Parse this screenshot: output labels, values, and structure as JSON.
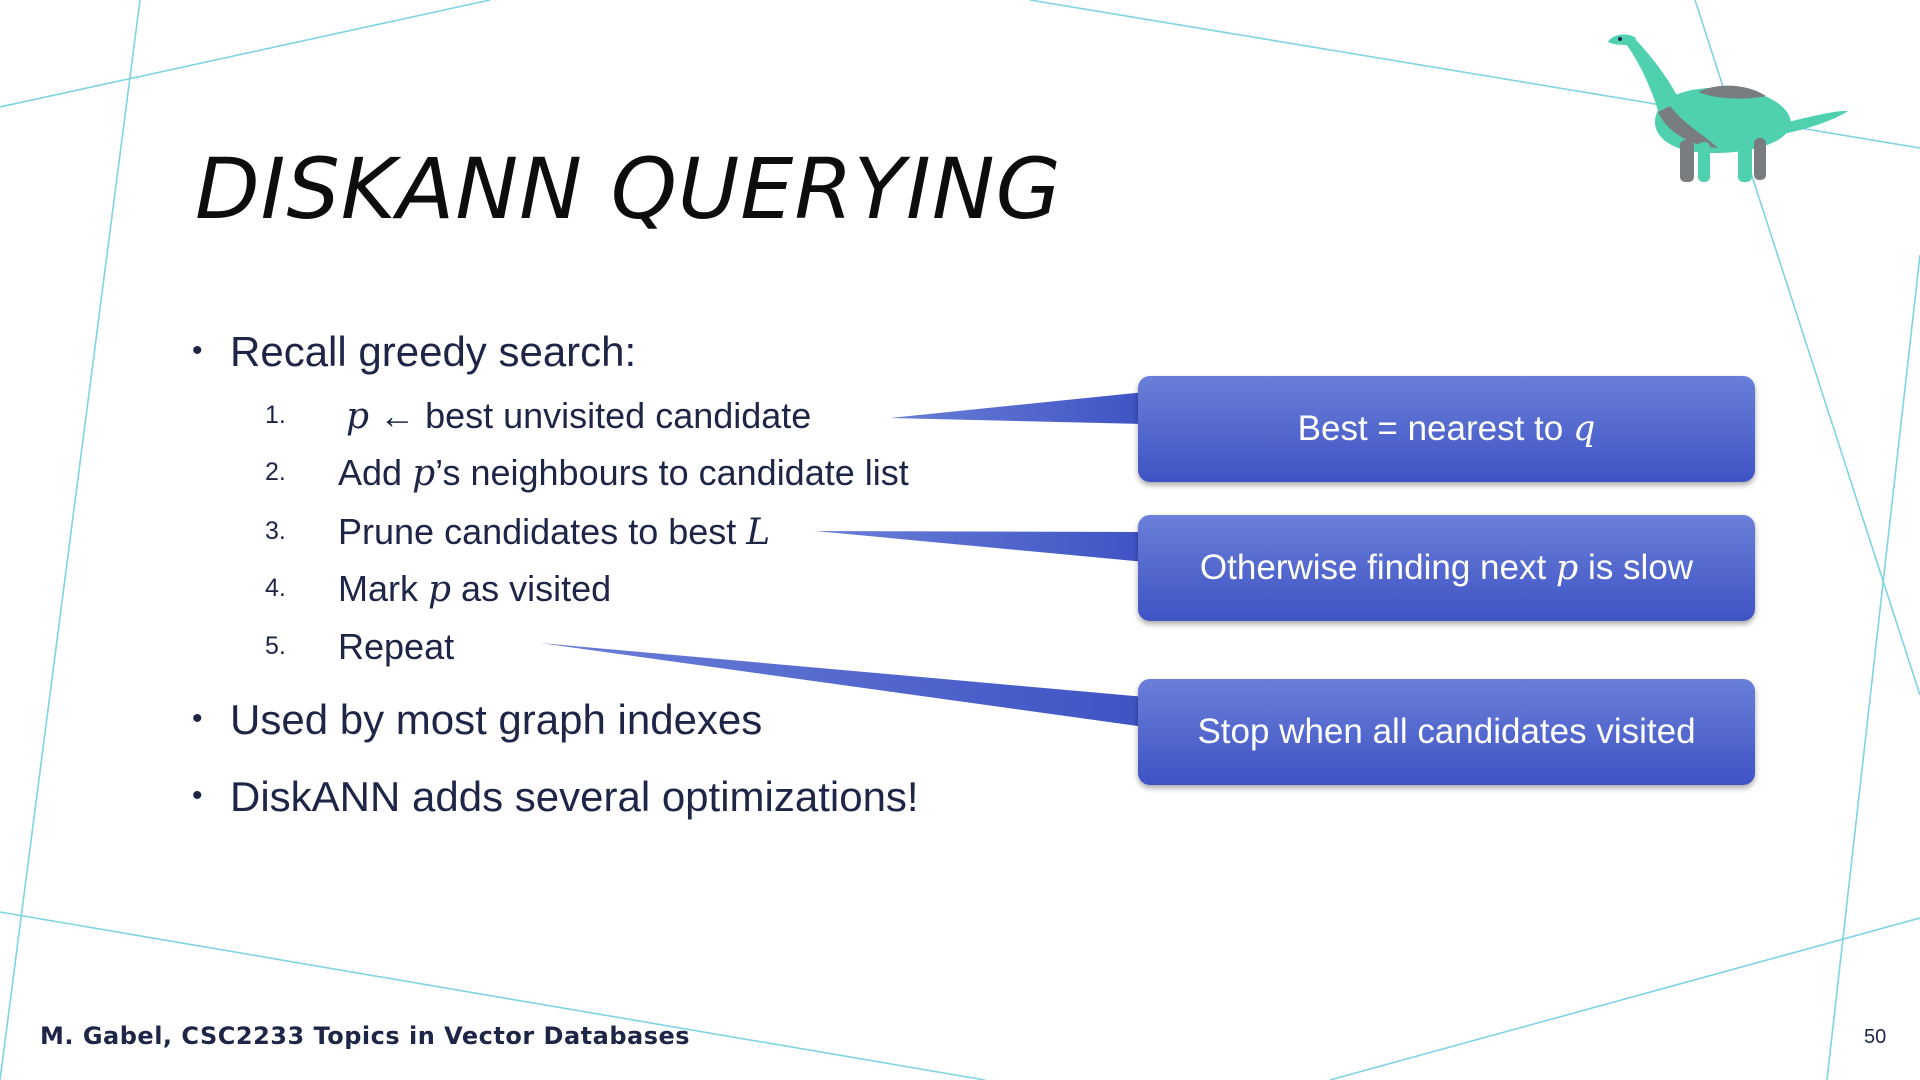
{
  "slide": {
    "title": "DISKANN QUERYING",
    "bullets": [
      "Recall greedy search:",
      "Used by most graph indexes",
      "DiskANN adds several optimizations!"
    ],
    "steps": [
      {
        "num": "1.",
        "var": "p",
        "arrow": "←",
        "text": " best unvisited candidate"
      },
      {
        "num": "2.",
        "pre": "Add ",
        "var": "p",
        "post": "’s neighbours to candidate list"
      },
      {
        "num": "3.",
        "pre": "Prune candidates to best ",
        "var": "L"
      },
      {
        "num": "4.",
        "pre": "Mark ",
        "var": "p",
        "post": " as visited"
      },
      {
        "num": "5.",
        "pre": "Repeat"
      }
    ],
    "callouts": [
      {
        "pre": "Best = nearest to ",
        "var": "q",
        "post": ""
      },
      {
        "pre": "Otherwise finding next ",
        "var": "p",
        "post": " is slow"
      },
      {
        "pre": "Stop when all candidates visited",
        "var": "",
        "post": ""
      }
    ],
    "footer": "M. Gabel, CSC2233 Topics in Vector Databases",
    "page_number": "50"
  },
  "colors": {
    "accent_line": "#7fd3e3",
    "callout_top": "#6a7fd8",
    "callout_bottom": "#3f53c4",
    "text": "#1e2546",
    "dino_teal": "#4fd1b0",
    "dino_gray": "#7a7d80"
  },
  "icons": {
    "logo": "dinosaur-icon"
  }
}
